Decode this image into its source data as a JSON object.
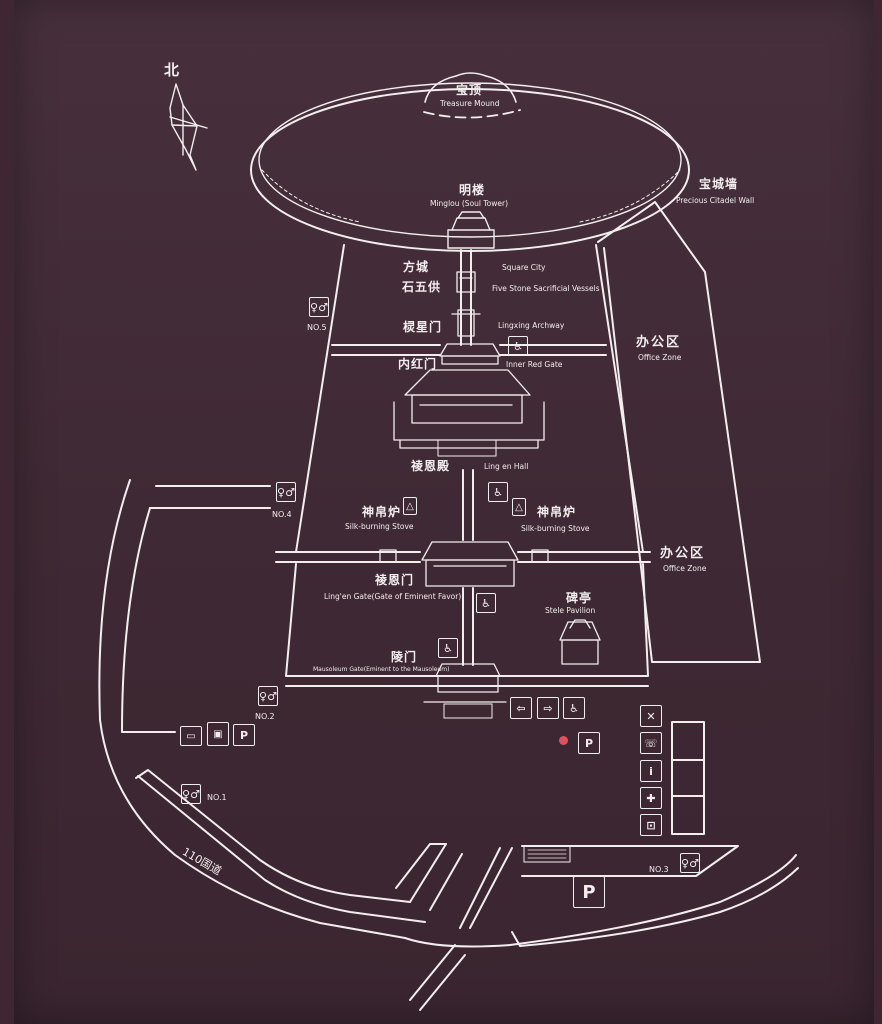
{
  "compass": {
    "north_label": "北"
  },
  "places": {
    "treasure_mound": {
      "zh": "宝顶",
      "en": "Treasure Mound"
    },
    "soul_tower": {
      "zh": "明楼",
      "en": "Minglou (Soul Tower)"
    },
    "citadel_wall": {
      "zh": "宝城墙",
      "en": "Precious Citadel Wall"
    },
    "square_city": {
      "zh": "方城",
      "en": "Square City"
    },
    "five_stone": {
      "zh": "石五供",
      "en": "Five Stone Sacrificial Vessels"
    },
    "lingxing": {
      "zh": "棂星门",
      "en": "Lingxing Archway"
    },
    "inner_red_gate": {
      "zh": "内红门",
      "en": "Inner Red Gate"
    },
    "office_zone_1": {
      "zh": "办公区",
      "en": "Office Zone"
    },
    "ling_en_hall": {
      "zh": "祾恩殿",
      "en": "Ling en Hall"
    },
    "stove_left": {
      "zh": "神帛炉",
      "en": "Silk-burning Stove"
    },
    "stove_right": {
      "zh": "神帛炉",
      "en": "Silk-burning Stove"
    },
    "office_zone_2": {
      "zh": "办公区",
      "en": "Office Zone"
    },
    "ling_en_gate": {
      "zh": "祾恩门",
      "en": "Ling'en Gate(Gate of Eminent Favor)"
    },
    "stele": {
      "zh": "碑亭",
      "en": "Stele Pavilion"
    },
    "mausoleum_gate": {
      "zh": "陵门",
      "en": "Mausoleum Gate(Eminent to the Mausoleum)"
    },
    "road": {
      "zh": "110国道"
    }
  },
  "toilets": {
    "no1": "NO.1",
    "no2": "NO.2",
    "no3": "NO.3",
    "no4": "NO.4",
    "no5": "NO.5"
  },
  "icons": {
    "parking": "P",
    "toilet": "toilet-icon",
    "wheelchair": "wheelchair-icon",
    "entrance": "entrance-icon",
    "exit": "exit-icon",
    "bus": "bus-icon",
    "ticket": "ticket-office-icon",
    "no_food": "no-food-icon",
    "phone": "phone-icon",
    "info": "information-icon",
    "first_aid": "first-aid-icon",
    "luggage": "luggage-storage-icon",
    "fire": "stove-icon"
  },
  "colors": {
    "board": "#3f2934",
    "line": "#f2eeee",
    "marker": "#e0505f"
  }
}
